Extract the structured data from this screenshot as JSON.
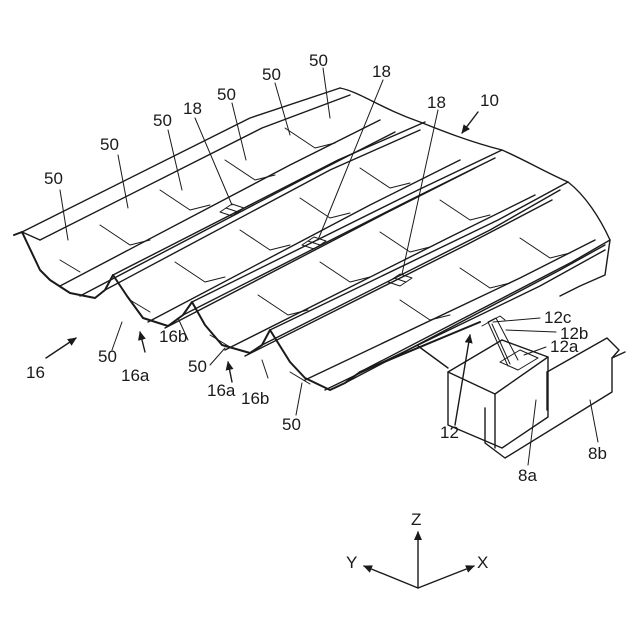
{
  "labels": {
    "n50": "50",
    "n18": "18",
    "n10": "10",
    "n16": "16",
    "n16a": "16a",
    "n16b": "16b",
    "n12": "12",
    "n12a": "12a",
    "n12b": "12b",
    "n12c": "12c",
    "n8a": "8a",
    "n8b": "8b"
  },
  "axes": {
    "z": "Z",
    "y": "Y",
    "x": "X"
  }
}
